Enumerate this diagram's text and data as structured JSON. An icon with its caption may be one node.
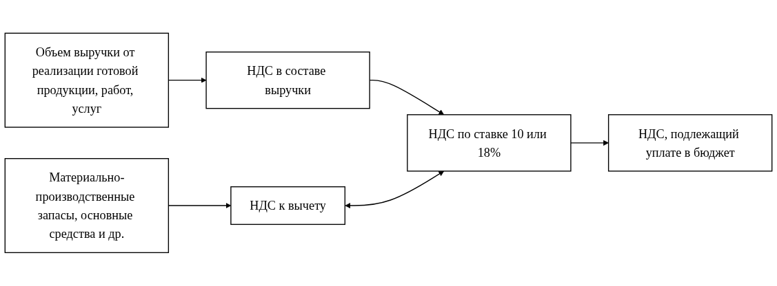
{
  "diagram": {
    "nodes": [
      {
        "text": [
          "Объем выручки от реализации готовой продукции, работ, услуг"
        ]
      },
      {
        "text": [
          "НДС в составе выручки"
        ]
      },
      {
        "text": [
          "НДС по ставке 10 или 18%"
        ]
      },
      {
        "text": [
          "Материально-производственные запасы, основные средства и др."
        ]
      },
      {
        "text": [
          "НДС к вычету"
        ]
      },
      {
        "text": [
          "НДС, подлежащий уплате в бюджет"
        ]
      }
    ],
    "edges": [
      {
        "from": 0,
        "to": 1,
        "arrow": "to"
      },
      {
        "from": 1,
        "to": 2,
        "arrow": "to"
      },
      {
        "from": 3,
        "to": 4,
        "arrow": "to"
      },
      {
        "from": 4,
        "to": 2,
        "arrow": "both"
      },
      {
        "from": 2,
        "to": 5,
        "arrow": "to"
      }
    ]
  }
}
